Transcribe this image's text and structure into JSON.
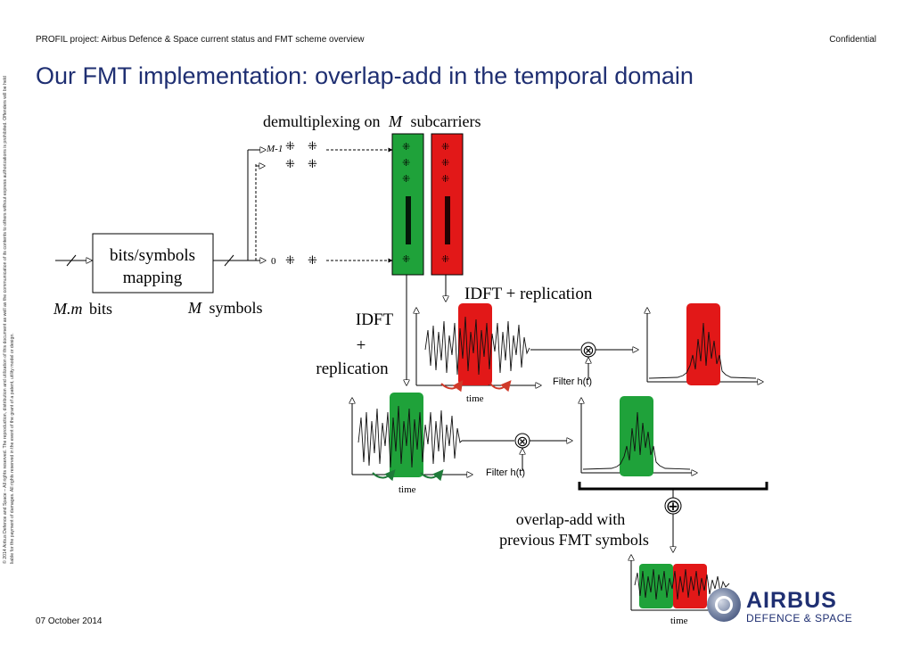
{
  "header": {
    "project": "PROFIL project: Airbus Defence & Space current status and FMT scheme overview",
    "classification": "Confidential"
  },
  "slide": {
    "title": "Our FMT implementation: overlap-add in the temporal domain",
    "date": "07 October 2014",
    "copyright": "© 2014 Airbus Defence and Space – All rights reserved. The reproduction, distribution and utilization of this document as well as the communication of its contents to others without express authorizations is prohibited. Offenders will be held liable for the payment of damages. All rights reserved in the event of the grant of a patent, utility model or design."
  },
  "diagram": {
    "demux_label_pre": "demultiplexing on",
    "demux_label_var": "M",
    "demux_label_post": "subcarriers",
    "mapping_box_line1": "bits/symbols",
    "mapping_box_line2": "mapping",
    "input_var": "M.m",
    "input_unit": "bits",
    "output_var": "M",
    "output_unit": "symbols",
    "index_top": "M-1",
    "index_bottom": "0",
    "idft_left_line1": "IDFT",
    "idft_left_line2": "+",
    "idft_left_line3": "replication",
    "idft_right": "IDFT + replication",
    "filter_label_1": "Filter h(t)",
    "filter_label_2": "Filter h(t)",
    "time_label_1": "time",
    "time_label_2": "time",
    "time_label_3": "time",
    "overlap_line1": "overlap-add with",
    "overlap_line2": "previous FMT symbols",
    "multiply_symbol": "⊗",
    "sum_symbol": "⊕",
    "colors": {
      "green": "#1fa23a",
      "red": "#e21818",
      "arrow_green": "#1f7a3a",
      "arrow_red": "#d03a2a"
    }
  },
  "logo": {
    "brand": "AIRBUS",
    "sub": "DEFENCE & SPACE"
  }
}
